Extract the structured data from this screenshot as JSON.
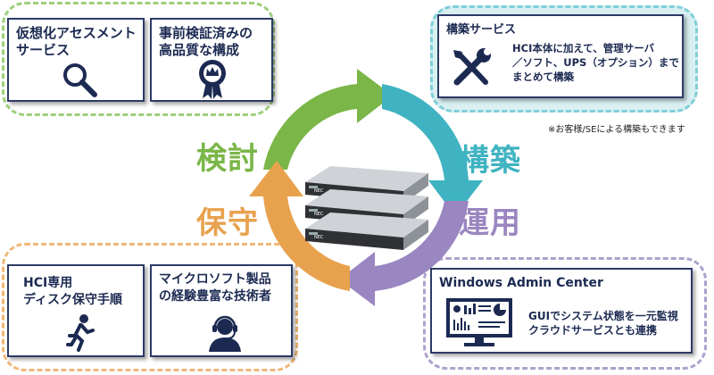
{
  "phases": {
    "kento": {
      "label": "検討",
      "color": "#7ab648"
    },
    "kouchiku": {
      "label": "構築",
      "color": "#3fb3c1"
    },
    "unyou": {
      "label": "運用",
      "color": "#9a86c0"
    },
    "hoshu": {
      "label": "保守",
      "color": "#e8a24e"
    }
  },
  "cards": {
    "assessment": {
      "title": "仮想化アセスメント\nサービス",
      "icon": "magnifier-icon"
    },
    "preverified": {
      "title": "事前検証済みの\n高品質な構成",
      "icon": "quality-badge-icon"
    },
    "construction": {
      "title": "構築サービス",
      "text": "HCI本体に加えて、管理サーバ\n／ソフト、UPS（オプション）まで\nまとめて構築",
      "icon": "wrench-screwdriver-icon"
    },
    "admin_center": {
      "title": "Windows Admin Center",
      "text": "GUIでシステム状態を一元監視\nクラウドサービスとも連携",
      "icon": "monitor-dashboard-icon"
    },
    "hci_maintenance": {
      "title": "HCI専用\nディスク保守手順",
      "icon": "running-person-icon"
    },
    "ms_engineers": {
      "title": "マイクロソフト製品\nの経験豊富な技術者",
      "icon": "support-operator-icon"
    }
  },
  "note": "※お客様/SEによる構築もできます",
  "server_brand": "NEC"
}
